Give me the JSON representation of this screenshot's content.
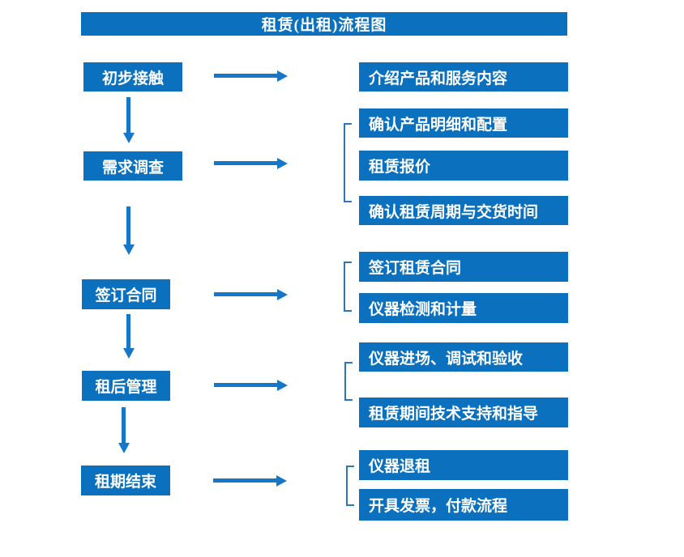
{
  "title": "租赁(出租)流程图",
  "colors": {
    "box_blue": "#0b70bd",
    "arrow_blue": "#1677c8",
    "bracket_blue": "#2e75b6",
    "text_white": "#ffffff"
  },
  "steps": [
    {
      "label": "初步接触",
      "details": [
        "介绍产品和服务内容"
      ]
    },
    {
      "label": "需求调查",
      "details": [
        "确认产品明细和配置",
        "租赁报价",
        "确认租赁周期与交货时间"
      ]
    },
    {
      "label": "签订合同",
      "details": [
        "签订租赁合同",
        "仪器检测和计量"
      ]
    },
    {
      "label": "租后管理",
      "details": [
        "仪器进场、调试和验收",
        "租赁期间技术支持和指导"
      ]
    },
    {
      "label": "租期结束",
      "details": [
        "仪器退租",
        "开具发票，付款流程"
      ]
    }
  ]
}
